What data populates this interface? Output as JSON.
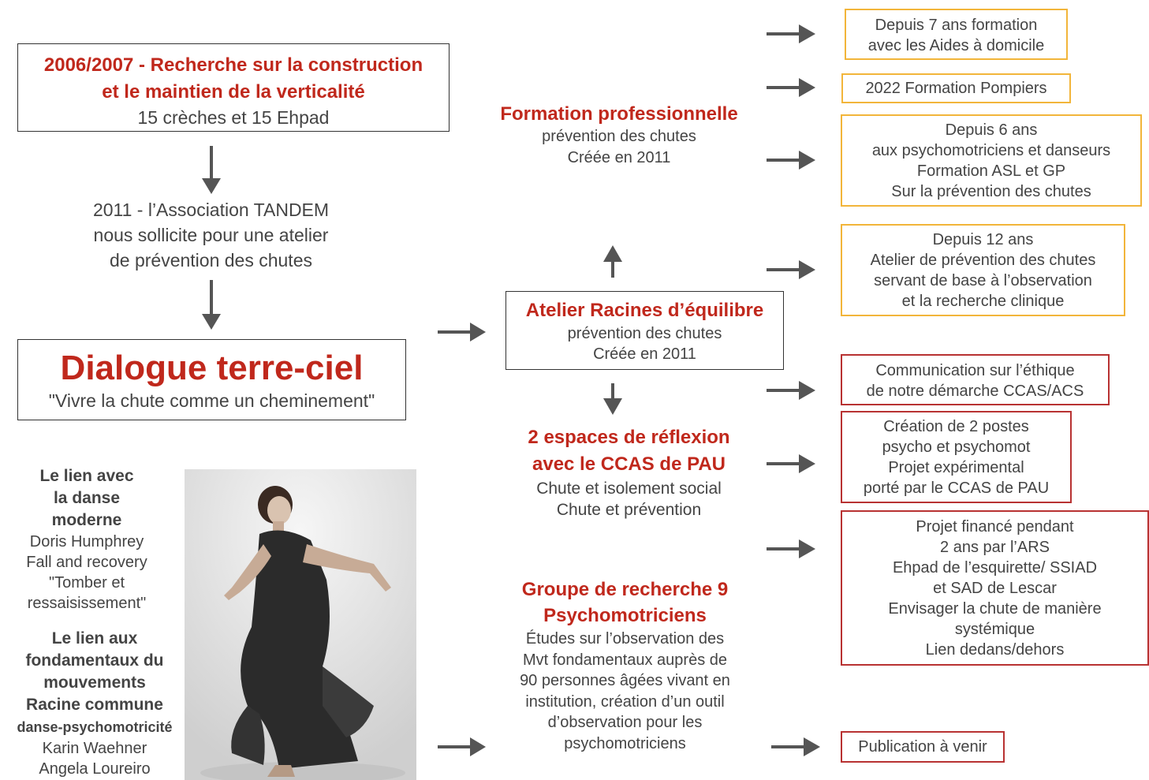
{
  "research_box": {
    "title_lines": [
      "2006/2007 - Recherche sur la construction",
      "et le maintien de la verticalité"
    ],
    "subtitle": "15 crèches et 15 Ehpad"
  },
  "tandem_text": [
    "2011 - l’Association TANDEM",
    "nous sollicite pour une atelier",
    "de prévention des chutes"
  ],
  "dialogue_box": {
    "title": "Dialogue terre-ciel",
    "subtitle": "\"Vivre la chute comme un cheminement\""
  },
  "dance_link": {
    "heading_lines": [
      "Le lien avec",
      "la danse",
      "moderne"
    ],
    "body_lines": [
      "Doris Humphrey",
      "Fall and recovery",
      "\"Tomber et",
      "ressaisissement\""
    ]
  },
  "fundamentals_link": {
    "heading_lines": [
      "Le lien aux",
      "fondamentaux du",
      "mouvements",
      "Racine commune"
    ],
    "tag": "danse-psychomotricité",
    "names": [
      "Karin Waehner",
      "Angela Loureiro"
    ]
  },
  "formation": {
    "title": "Formation professionnelle",
    "lines": [
      "prévention des chutes",
      "Créée en 2011"
    ]
  },
  "atelier": {
    "title": "Atelier Racines d’équilibre",
    "lines": [
      "prévention des chutes",
      "Créée en 2011"
    ]
  },
  "espaces": {
    "title_lines": [
      "2 espaces de réflexion",
      "avec le CCAS de PAU"
    ],
    "lines": [
      "Chute et isolement social",
      "Chute et prévention"
    ]
  },
  "groupe": {
    "title_lines": [
      "Groupe de recherche 9",
      "Psychomotriciens"
    ],
    "lines": [
      "Études sur l’observation des",
      "Mvt fondamentaux  auprès de",
      "90 personnes âgées vivant en",
      "institution, création d’un outil",
      "d’observation pour les",
      "psychomotriciens"
    ]
  },
  "right_boxes": {
    "aides": [
      "Depuis 7 ans formation",
      "avec les Aides à domicile"
    ],
    "pompiers": [
      "2022 Formation Pompiers"
    ],
    "psychomot": [
      "Depuis 6 ans",
      "aux psychomotriciens et danseurs",
      "Formation ASL et GP",
      "Sur la prévention des chutes"
    ],
    "atelier12": [
      "Depuis 12 ans",
      "Atelier de prévention des chutes",
      "servant de base à l’observation",
      "et la recherche clinique"
    ],
    "communication": [
      "Communication sur l’éthique",
      "de notre démarche CCAS/ACS"
    ],
    "creation": [
      "Création de 2 postes",
      "psycho et psychomot",
      "Projet expérimental",
      "porté par le CCAS de PAU"
    ],
    "projet": [
      "Projet financé pendant",
      "2 ans par l’ARS",
      "Ehpad de l’esquirette/ SSIAD",
      "et SAD de Lescar",
      "Envisager la chute de manière",
      "systémique",
      "Lien dedans/dehors"
    ],
    "publication": [
      "Publication à venir"
    ]
  },
  "colors": {
    "accent_red": "#c0281c",
    "orange_border": "#f2b53a",
    "red_border": "#b83232",
    "arrow": "#555555"
  }
}
